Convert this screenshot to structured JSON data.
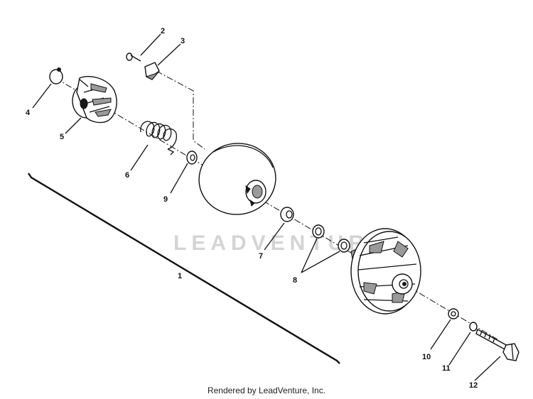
{
  "diagram": {
    "watermark": "LEADVENTURE",
    "callouts": {
      "c1": "1",
      "c2": "2",
      "c3": "3",
      "c4": "4",
      "c5": "5",
      "c6": "6",
      "c7": "7",
      "c8": "8",
      "c9": "9",
      "c10": "10",
      "c11": "11",
      "c12": "12"
    }
  },
  "footer": {
    "text": "Rendered by LeadVenture, Inc."
  }
}
